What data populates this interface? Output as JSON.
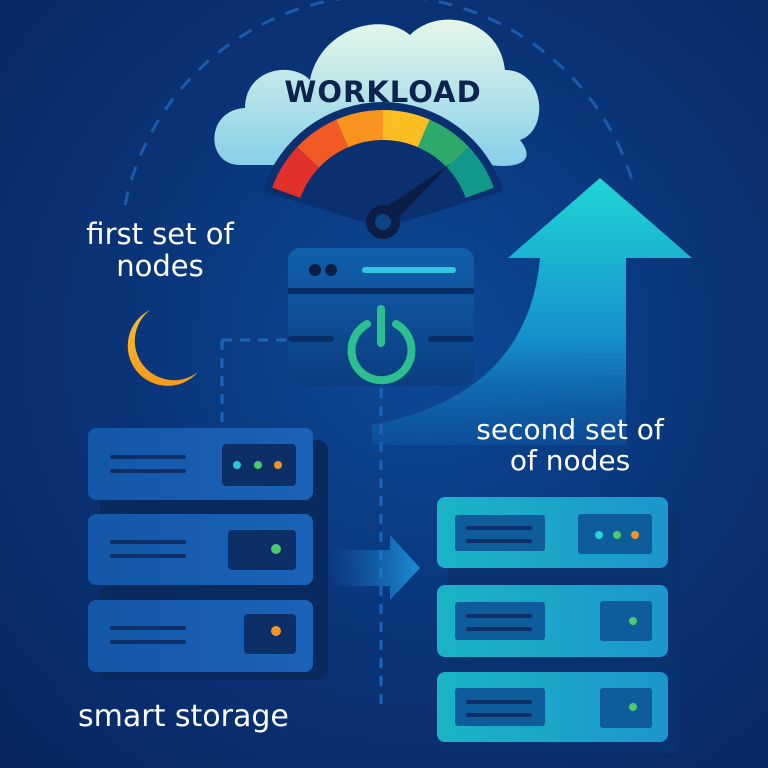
{
  "cloud": {
    "label": "WORKLOAD"
  },
  "gauge": {
    "level": 0.78,
    "segment_colors": [
      "#e2302c",
      "#f15a24",
      "#f7931e",
      "#fbbf24",
      "#2daa6a",
      "#10998a"
    ]
  },
  "labels": {
    "first_set": [
      "first set of",
      "nodes"
    ],
    "second_set": [
      "second set of",
      "of nodes"
    ],
    "smart_storage": "smart storage"
  },
  "colors": {
    "accent_teal": "#1fd0d6",
    "power_green": "#2dbf8f",
    "moon": "#f7a81b"
  }
}
